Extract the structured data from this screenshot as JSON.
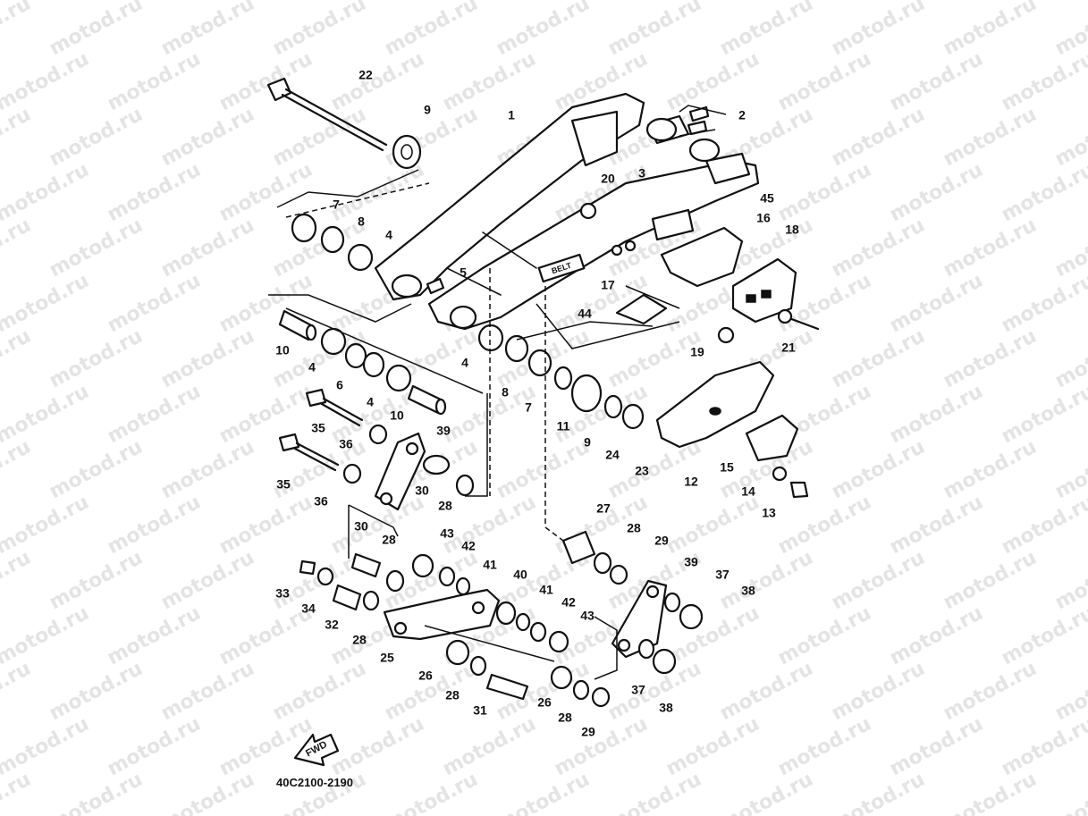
{
  "watermark": "motod.ru",
  "diagram_code": "40C2100-2190",
  "fwd_label": "FWD",
  "swingarm_label": "BELT",
  "callouts": [
    "1",
    "2",
    "3",
    "20",
    "45",
    "16",
    "18",
    "9",
    "22",
    "7",
    "8",
    "4",
    "5",
    "44",
    "17",
    "10",
    "4",
    "6",
    "4",
    "10",
    "4",
    "8",
    "7",
    "11",
    "9",
    "24",
    "23",
    "12",
    "15",
    "14",
    "13",
    "19",
    "21",
    "35",
    "36",
    "39",
    "35",
    "36",
    "30",
    "28",
    "27",
    "28",
    "29",
    "30",
    "28",
    "43",
    "42",
    "41",
    "40",
    "41",
    "42",
    "43",
    "39",
    "37",
    "38",
    "33",
    "34",
    "32",
    "28",
    "25",
    "26",
    "28",
    "31",
    "26",
    "28",
    "29",
    "37",
    "38"
  ]
}
